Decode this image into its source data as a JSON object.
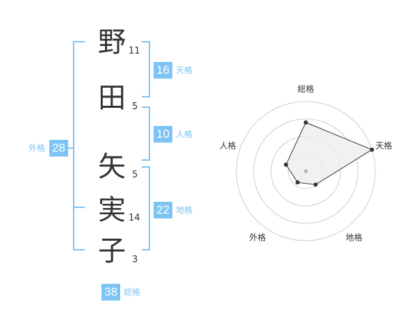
{
  "name": {
    "chars": [
      {
        "char": "野",
        "strokes": "11"
      },
      {
        "char": "田",
        "strokes": "5"
      },
      {
        "char": "矢",
        "strokes": "5"
      },
      {
        "char": "実",
        "strokes": "14"
      },
      {
        "char": "子",
        "strokes": "3"
      }
    ]
  },
  "badges": {
    "tenkaku": {
      "value": "16",
      "label": "天格"
    },
    "jinkaku": {
      "value": "10",
      "label": "人格"
    },
    "chikaku": {
      "value": "22",
      "label": "地格"
    },
    "gaikaku": {
      "value": "28",
      "label": "外格"
    },
    "soukaku": {
      "value": "38",
      "label": "総格"
    }
  },
  "chart_data": {
    "type": "radar",
    "axes": [
      "総格",
      "天格",
      "地格",
      "外格",
      "人格"
    ],
    "values": [
      0.7,
      1.0,
      0.24,
      0.2,
      0.3
    ],
    "rings": 4,
    "colors": {
      "ring": "#cccccc",
      "fill": "#eeeeee",
      "line": "#333333",
      "point": "#333333",
      "center": "#bbbbbb"
    }
  },
  "colors": {
    "accent": "#7dc4f4",
    "text": "#333333"
  }
}
